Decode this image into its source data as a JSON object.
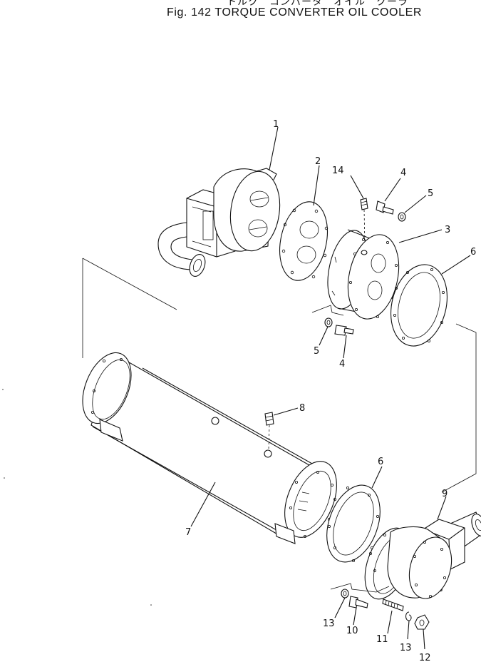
{
  "header": {
    "japanese_title": "トルク　コンバータ　オイル　クーラ",
    "figure_title": "Fig. 142   TORQUE CONVERTER OIL COOLER"
  },
  "callouts": [
    {
      "id": "c1",
      "label": "1"
    },
    {
      "id": "c2",
      "label": "2"
    },
    {
      "id": "c14",
      "label": "14"
    },
    {
      "id": "c4a",
      "label": "4"
    },
    {
      "id": "c5a",
      "label": "5"
    },
    {
      "id": "c3",
      "label": "3"
    },
    {
      "id": "c6a",
      "label": "6"
    },
    {
      "id": "c5b",
      "label": "5"
    },
    {
      "id": "c4b",
      "label": "4"
    },
    {
      "id": "c8",
      "label": "8"
    },
    {
      "id": "c6b",
      "label": "6"
    },
    {
      "id": "c9",
      "label": "9"
    },
    {
      "id": "c7",
      "label": "7"
    },
    {
      "id": "c13a",
      "label": "13"
    },
    {
      "id": "c10",
      "label": "10"
    },
    {
      "id": "c11",
      "label": "11"
    },
    {
      "id": "c13b",
      "label": "13"
    },
    {
      "id": "c12",
      "label": "12"
    }
  ]
}
